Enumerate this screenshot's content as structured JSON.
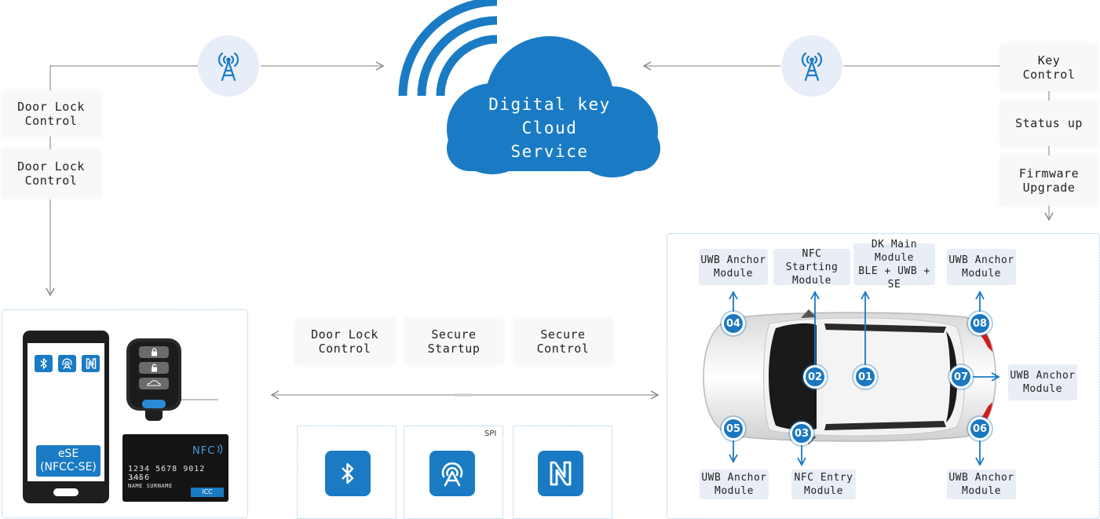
{
  "cloud": {
    "line1": "Digital key",
    "line2": "Cloud",
    "line3": "Service"
  },
  "left_labels": {
    "door_lock_1": "Door Lock\nControl",
    "door_lock_2": "Door Lock\nControl"
  },
  "right_labels": {
    "key_control": "Key\nControl",
    "status_up": "Status up",
    "firmware": "Firmware\nUpgrade"
  },
  "middle_labels": {
    "door_lock": "Door Lock\nControl",
    "secure_startup": "Secure\nStartup",
    "secure_control": "Secure\nControl"
  },
  "spi_label": "SPI",
  "phone": {
    "ese_line1": "eSE",
    "ese_line2": "(NFCC-SE)"
  },
  "card": {
    "nfc": "NFC",
    "number": "1234 5678 9012 3456",
    "small": "5/20",
    "name": "NAME SURNAME",
    "icc": "ICC"
  },
  "modules": {
    "m04": "UWB Anchor\nModule",
    "m02": "NFC Starting\nModule",
    "m01": "DK Main Module\nBLE + UWB + SE",
    "m08": "UWB Anchor\nModule",
    "m07": "UWB Anchor\nModule",
    "m05": "UWB Anchor\nModule",
    "m03": "NFC Entry\nModule",
    "m06": "UWB Anchor\nModule"
  },
  "badges": {
    "b01": "01",
    "b02": "02",
    "b03": "03",
    "b04": "04",
    "b05": "05",
    "b06": "06",
    "b07": "07",
    "b08": "08"
  },
  "colors": {
    "primary_blue": "#1a7bc4",
    "chip_bg": "#e9eef6",
    "circle_bg": "#e8eef8",
    "line_gray": "#9a9a9a",
    "dotted_border": "#9cc6e4"
  },
  "icons": [
    "wireless-tower-icon",
    "bluetooth-icon",
    "uwb-icon",
    "nfc-icon",
    "lock-icon",
    "unlock-icon",
    "car-icon",
    "wifi-arcs-icon"
  ]
}
